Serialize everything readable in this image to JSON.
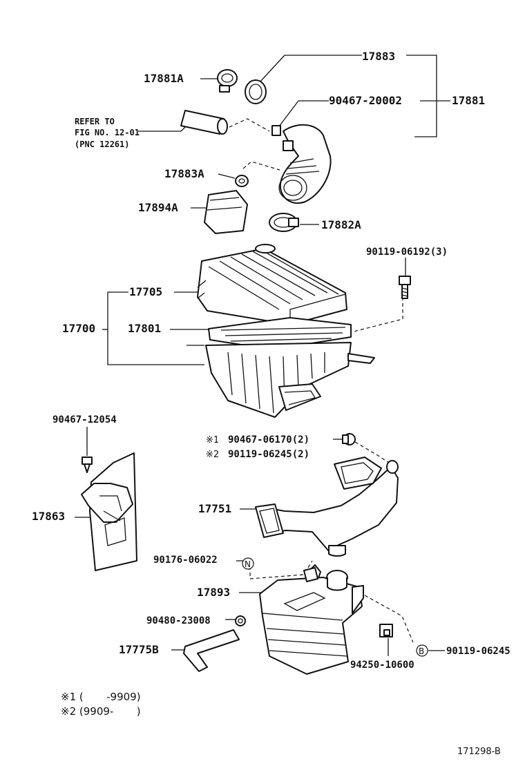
{
  "labels": {
    "p17883": "17883",
    "p17881A": "17881A",
    "p90467_20002": "90467-20002",
    "p17881": "17881",
    "refer_line1": "REFER TO",
    "refer_line2": "FIG NO. 12-01",
    "refer_line3": "(PNC 12261)",
    "p17883A": "17883A",
    "p17894A": "17894A",
    "p17882A": "17882A",
    "p90119_06192": "90119-06192(3)",
    "p17705": "17705",
    "p17700": "17700",
    "p17801": "17801",
    "p90467_12054": "90467-12054",
    "mark1": "※1",
    "p90467_06170": "90467-06170(2)",
    "mark2": "※2",
    "p90119_06245_2": "90119-06245(2)",
    "p17863": "17863",
    "p17751": "17751",
    "p90176_06022": "90176-06022",
    "circle_n": "N",
    "p17893": "17893",
    "p90480_23008": "90480-23008",
    "p17775B": "17775B",
    "circle_b": "B",
    "p90119_06245": "90119-06245",
    "p94250_10600": "94250-10600"
  },
  "footnotes": {
    "note1": "※1 (       -9909)",
    "note2": "※2 (9909-       )"
  },
  "figure_code": "171298-B"
}
